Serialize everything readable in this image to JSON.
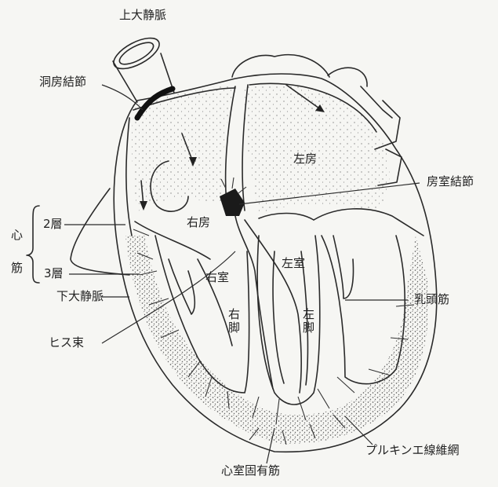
{
  "labels": {
    "superior_vena_cava": "上大静脈",
    "sinoatrial_node": "洞房結節",
    "left_atrium": "左房",
    "atrioventricular_node": "房室結節",
    "myocardium": "心",
    "myocardium_2": "筋",
    "layer_2": "2層",
    "layer_3": "3層",
    "right_atrium": "右房",
    "right_ventricle": "右室",
    "left_ventricle": "左室",
    "inferior_vena_cava": "下大静脈",
    "right_bundle_branch": "右脚",
    "left_bundle_branch": "左脚",
    "papillary_muscle": "乳頭筋",
    "bundle_of_his": "ヒス束",
    "purkinje_fibers": "プルキンエ線維網",
    "ventricular_myocardium": "心室固有筋"
  },
  "colors": {
    "background": "#f6f6f3",
    "line": "#2a2a2a",
    "node_fill": "#1a1a1a"
  }
}
